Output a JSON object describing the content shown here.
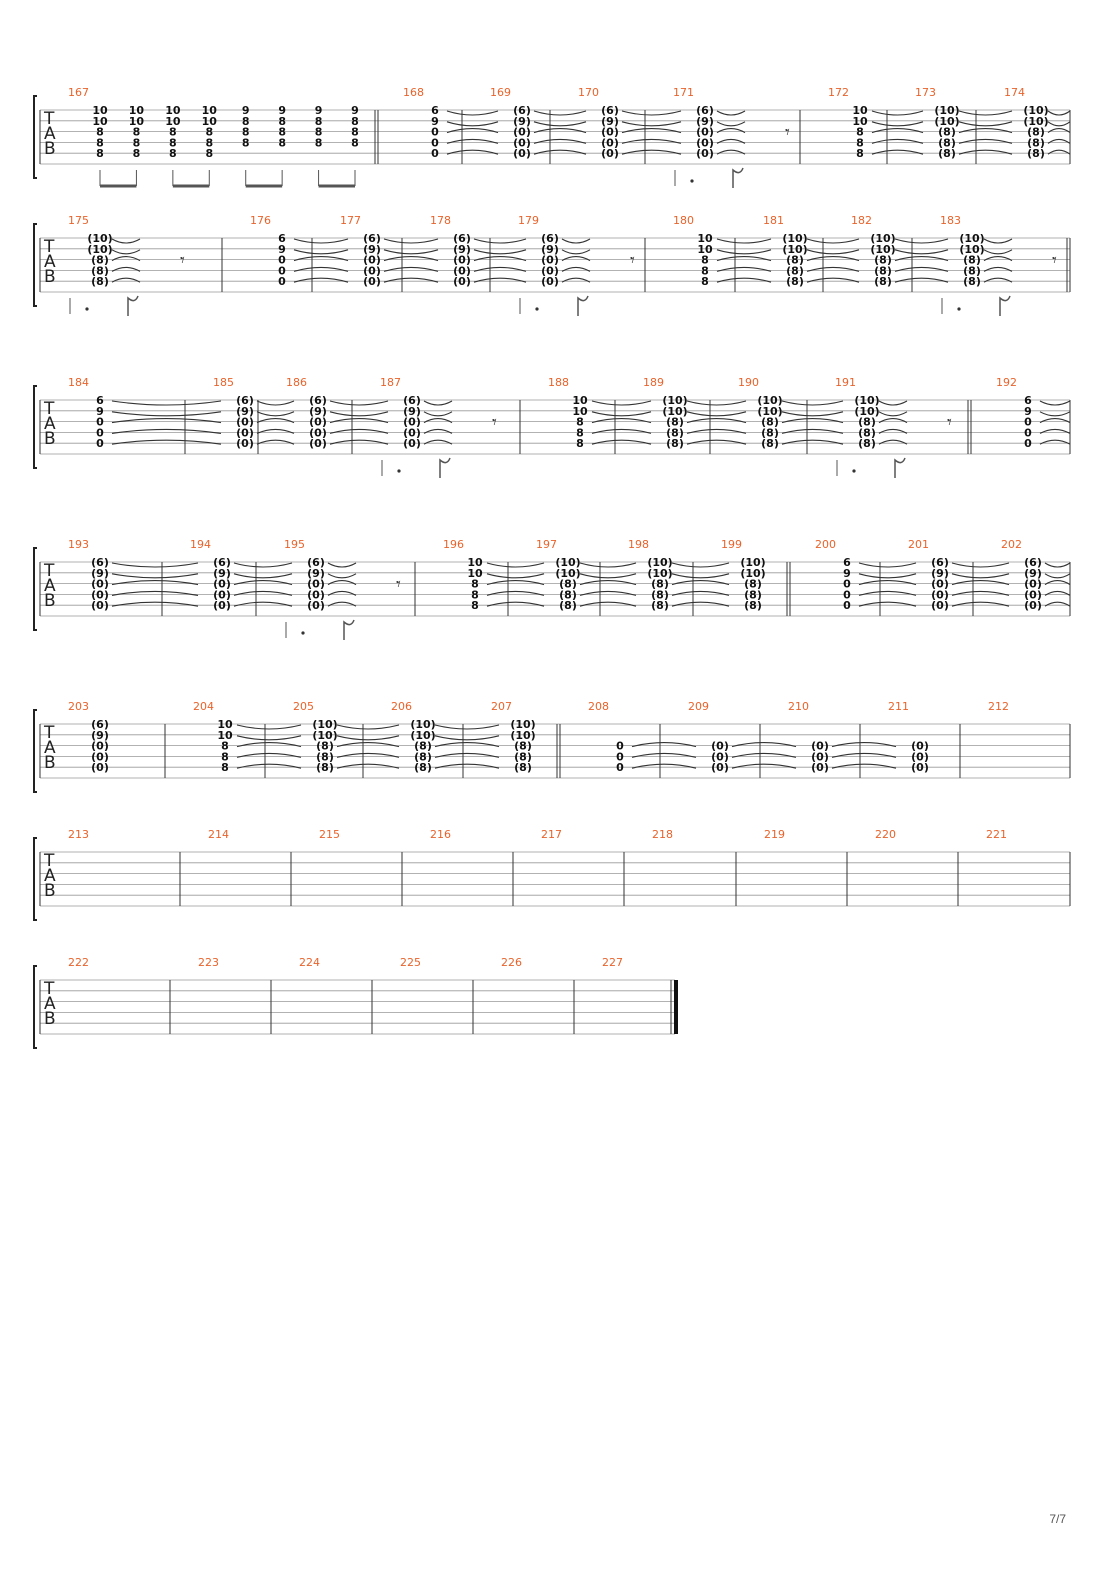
{
  "tab_letters": [
    "T",
    "A",
    "B"
  ],
  "page_number": "7/7",
  "systems": [
    {
      "bars": [
        {
          "n": "167",
          "beats": [
            [
              "10",
              "10",
              "8",
              "8",
              "8"
            ],
            [
              "10",
              "10",
              "8",
              "8",
              "8"
            ],
            [
              "10",
              "10",
              "8",
              "8",
              "8"
            ],
            [
              "10",
              "10",
              "8",
              "8",
              "8"
            ],
            [
              "9",
              "8",
              "8",
              "8"
            ],
            [
              "9",
              "8",
              "8",
              "8"
            ],
            [
              "9",
              "8",
              "8",
              "8"
            ],
            [
              "9",
              "8",
              "8",
              "8"
            ]
          ],
          "eighths": true
        },
        {
          "n": "168",
          "beats": [
            [
              "6",
              "9",
              "0",
              "0",
              "0"
            ]
          ],
          "ties": true,
          "double_left": true
        },
        {
          "n": "169",
          "beats": [
            [
              "(6)",
              "(9)",
              "(0)",
              "(0)",
              "(0)"
            ]
          ],
          "ties": true
        },
        {
          "n": "170",
          "beats": [
            [
              "(6)",
              "(9)",
              "(0)",
              "(0)",
              "(0)"
            ]
          ],
          "ties": true
        },
        {
          "n": "171",
          "beats": [
            [
              "(6)",
              "(9)",
              "(0)",
              "(0)",
              "(0)"
            ]
          ],
          "ties": true,
          "rest": true
        },
        {
          "n": "172",
          "beats": [
            [
              "10",
              "10",
              "8",
              "8",
              "8"
            ]
          ],
          "ties": true
        },
        {
          "n": "173",
          "beats": [
            [
              "(10)",
              "(10)",
              "(8)",
              "(8)",
              "(8)"
            ]
          ],
          "ties": true
        },
        {
          "n": "174",
          "beats": [
            [
              "(10)",
              "(10)",
              "(8)",
              "(8)",
              "(8)"
            ]
          ],
          "ties": true
        }
      ]
    },
    {
      "bars": [
        {
          "n": "175",
          "beats": [
            [
              "(10)",
              "(10)",
              "(8)",
              "(8)",
              "(8)"
            ]
          ],
          "ties": true,
          "rest": true
        },
        {
          "n": "176",
          "beats": [
            [
              "6",
              "9",
              "0",
              "0",
              "0"
            ]
          ],
          "ties": true
        },
        {
          "n": "177",
          "beats": [
            [
              "(6)",
              "(9)",
              "(0)",
              "(0)",
              "(0)"
            ]
          ],
          "ties": true
        },
        {
          "n": "178",
          "beats": [
            [
              "(6)",
              "(9)",
              "(0)",
              "(0)",
              "(0)"
            ]
          ],
          "ties": true
        },
        {
          "n": "179",
          "beats": [
            [
              "(6)",
              "(9)",
              "(0)",
              "(0)",
              "(0)"
            ]
          ],
          "ties": true,
          "rest": true
        },
        {
          "n": "180",
          "beats": [
            [
              "10",
              "10",
              "8",
              "8",
              "8"
            ]
          ],
          "ties": true
        },
        {
          "n": "181",
          "beats": [
            [
              "(10)",
              "(10)",
              "(8)",
              "(8)",
              "(8)"
            ]
          ],
          "ties": true
        },
        {
          "n": "182",
          "beats": [
            [
              "(10)",
              "(10)",
              "(8)",
              "(8)",
              "(8)"
            ]
          ],
          "ties": true
        },
        {
          "n": "183",
          "beats": [
            [
              "(10)",
              "(10)",
              "(8)",
              "(8)",
              "(8)"
            ]
          ],
          "ties": true,
          "rest": true,
          "double_right": true
        }
      ]
    },
    {
      "bars": [
        {
          "n": "184",
          "beats": [
            [
              "6",
              "9",
              "0",
              "0",
              "0"
            ]
          ],
          "ties": true
        },
        {
          "n": "185",
          "beats": [
            [
              "(6)",
              "(9)",
              "(0)",
              "(0)",
              "(0)"
            ]
          ],
          "ties": true
        },
        {
          "n": "186",
          "beats": [
            [
              "(6)",
              "(9)",
              "(0)",
              "(0)",
              "(0)"
            ]
          ],
          "ties": true
        },
        {
          "n": "187",
          "beats": [
            [
              "(6)",
              "(9)",
              "(0)",
              "(0)",
              "(0)"
            ]
          ],
          "ties": true,
          "rest": true
        },
        {
          "n": "188",
          "beats": [
            [
              "10",
              "10",
              "8",
              "8",
              "8"
            ]
          ],
          "ties": true
        },
        {
          "n": "189",
          "beats": [
            [
              "(10)",
              "(10)",
              "(8)",
              "(8)",
              "(8)"
            ]
          ],
          "ties": true
        },
        {
          "n": "190",
          "beats": [
            [
              "(10)",
              "(10)",
              "(8)",
              "(8)",
              "(8)"
            ]
          ],
          "ties": true
        },
        {
          "n": "191",
          "beats": [
            [
              "(10)",
              "(10)",
              "(8)",
              "(8)",
              "(8)"
            ]
          ],
          "ties": true,
          "rest": true
        },
        {
          "n": "192",
          "beats": [
            [
              "6",
              "9",
              "0",
              "0",
              "0"
            ]
          ],
          "ties": true,
          "double_left": true
        }
      ]
    },
    {
      "bars": [
        {
          "n": "193",
          "beats": [
            [
              "(6)",
              "(9)",
              "(0)",
              "(0)",
              "(0)"
            ]
          ],
          "ties": true
        },
        {
          "n": "194",
          "beats": [
            [
              "(6)",
              "(9)",
              "(0)",
              "(0)",
              "(0)"
            ]
          ],
          "ties": true
        },
        {
          "n": "195",
          "beats": [
            [
              "(6)",
              "(9)",
              "(0)",
              "(0)",
              "(0)"
            ]
          ],
          "ties": true,
          "rest": true
        },
        {
          "n": "196",
          "beats": [
            [
              "10",
              "10",
              "8",
              "8",
              "8"
            ]
          ],
          "ties": true
        },
        {
          "n": "197",
          "beats": [
            [
              "(10)",
              "(10)",
              "(8)",
              "(8)",
              "(8)"
            ]
          ],
          "ties": true
        },
        {
          "n": "198",
          "beats": [
            [
              "(10)",
              "(10)",
              "(8)",
              "(8)",
              "(8)"
            ]
          ],
          "ties": true
        },
        {
          "n": "199",
          "beats": [
            [
              "(10)",
              "(10)",
              "(8)",
              "(8)",
              "(8)"
            ]
          ],
          "ties": false
        },
        {
          "n": "200",
          "beats": [
            [
              "6",
              "9",
              "0",
              "0",
              "0"
            ]
          ],
          "ties": true,
          "double_left": true
        },
        {
          "n": "201",
          "beats": [
            [
              "(6)",
              "(9)",
              "(0)",
              "(0)",
              "(0)"
            ]
          ],
          "ties": true
        },
        {
          "n": "202",
          "beats": [
            [
              "(6)",
              "(9)",
              "(0)",
              "(0)",
              "(0)"
            ]
          ],
          "ties": true
        }
      ]
    },
    {
      "bars": [
        {
          "n": "203",
          "beats": [
            [
              "(6)",
              "(9)",
              "(0)",
              "(0)",
              "(0)"
            ]
          ],
          "ties": false
        },
        {
          "n": "204",
          "beats": [
            [
              "10",
              "10",
              "8",
              "8",
              "8"
            ]
          ],
          "ties": true
        },
        {
          "n": "205",
          "beats": [
            [
              "(10)",
              "(10)",
              "(8)",
              "(8)",
              "(8)"
            ]
          ],
          "ties": true
        },
        {
          "n": "206",
          "beats": [
            [
              "(10)",
              "(10)",
              "(8)",
              "(8)",
              "(8)"
            ]
          ],
          "ties": true
        },
        {
          "n": "207",
          "beats": [
            [
              "(10)",
              "(10)",
              "(8)",
              "(8)",
              "(8)"
            ]
          ],
          "ties": false,
          "double_right": true
        },
        {
          "n": "208",
          "beats": [
            [
              "",
              "",
              "0",
              "0",
              "0"
            ]
          ],
          "ties": true,
          "low3": true
        },
        {
          "n": "209",
          "beats": [
            [
              "",
              "",
              "(0)",
              "(0)",
              "(0)"
            ]
          ],
          "ties": true,
          "low3": true
        },
        {
          "n": "210",
          "beats": [
            [
              "",
              "",
              "(0)",
              "(0)",
              "(0)"
            ]
          ],
          "ties": true,
          "low3": true
        },
        {
          "n": "211",
          "beats": [
            [
              "",
              "",
              "(0)",
              "(0)",
              "(0)"
            ]
          ],
          "ties": false,
          "low3": true
        },
        {
          "n": "212",
          "beats": []
        }
      ]
    },
    {
      "bars": [
        {
          "n": "213",
          "beats": []
        },
        {
          "n": "214",
          "beats": []
        },
        {
          "n": "215",
          "beats": []
        },
        {
          "n": "216",
          "beats": []
        },
        {
          "n": "217",
          "beats": []
        },
        {
          "n": "218",
          "beats": []
        },
        {
          "n": "219",
          "beats": []
        },
        {
          "n": "220",
          "beats": []
        },
        {
          "n": "221",
          "beats": []
        }
      ]
    },
    {
      "bars": [
        {
          "n": "222",
          "beats": []
        },
        {
          "n": "223",
          "beats": []
        },
        {
          "n": "224",
          "beats": []
        },
        {
          "n": "225",
          "beats": []
        },
        {
          "n": "226",
          "beats": []
        },
        {
          "n": "227",
          "beats": [],
          "final": true
        }
      ]
    }
  ]
}
